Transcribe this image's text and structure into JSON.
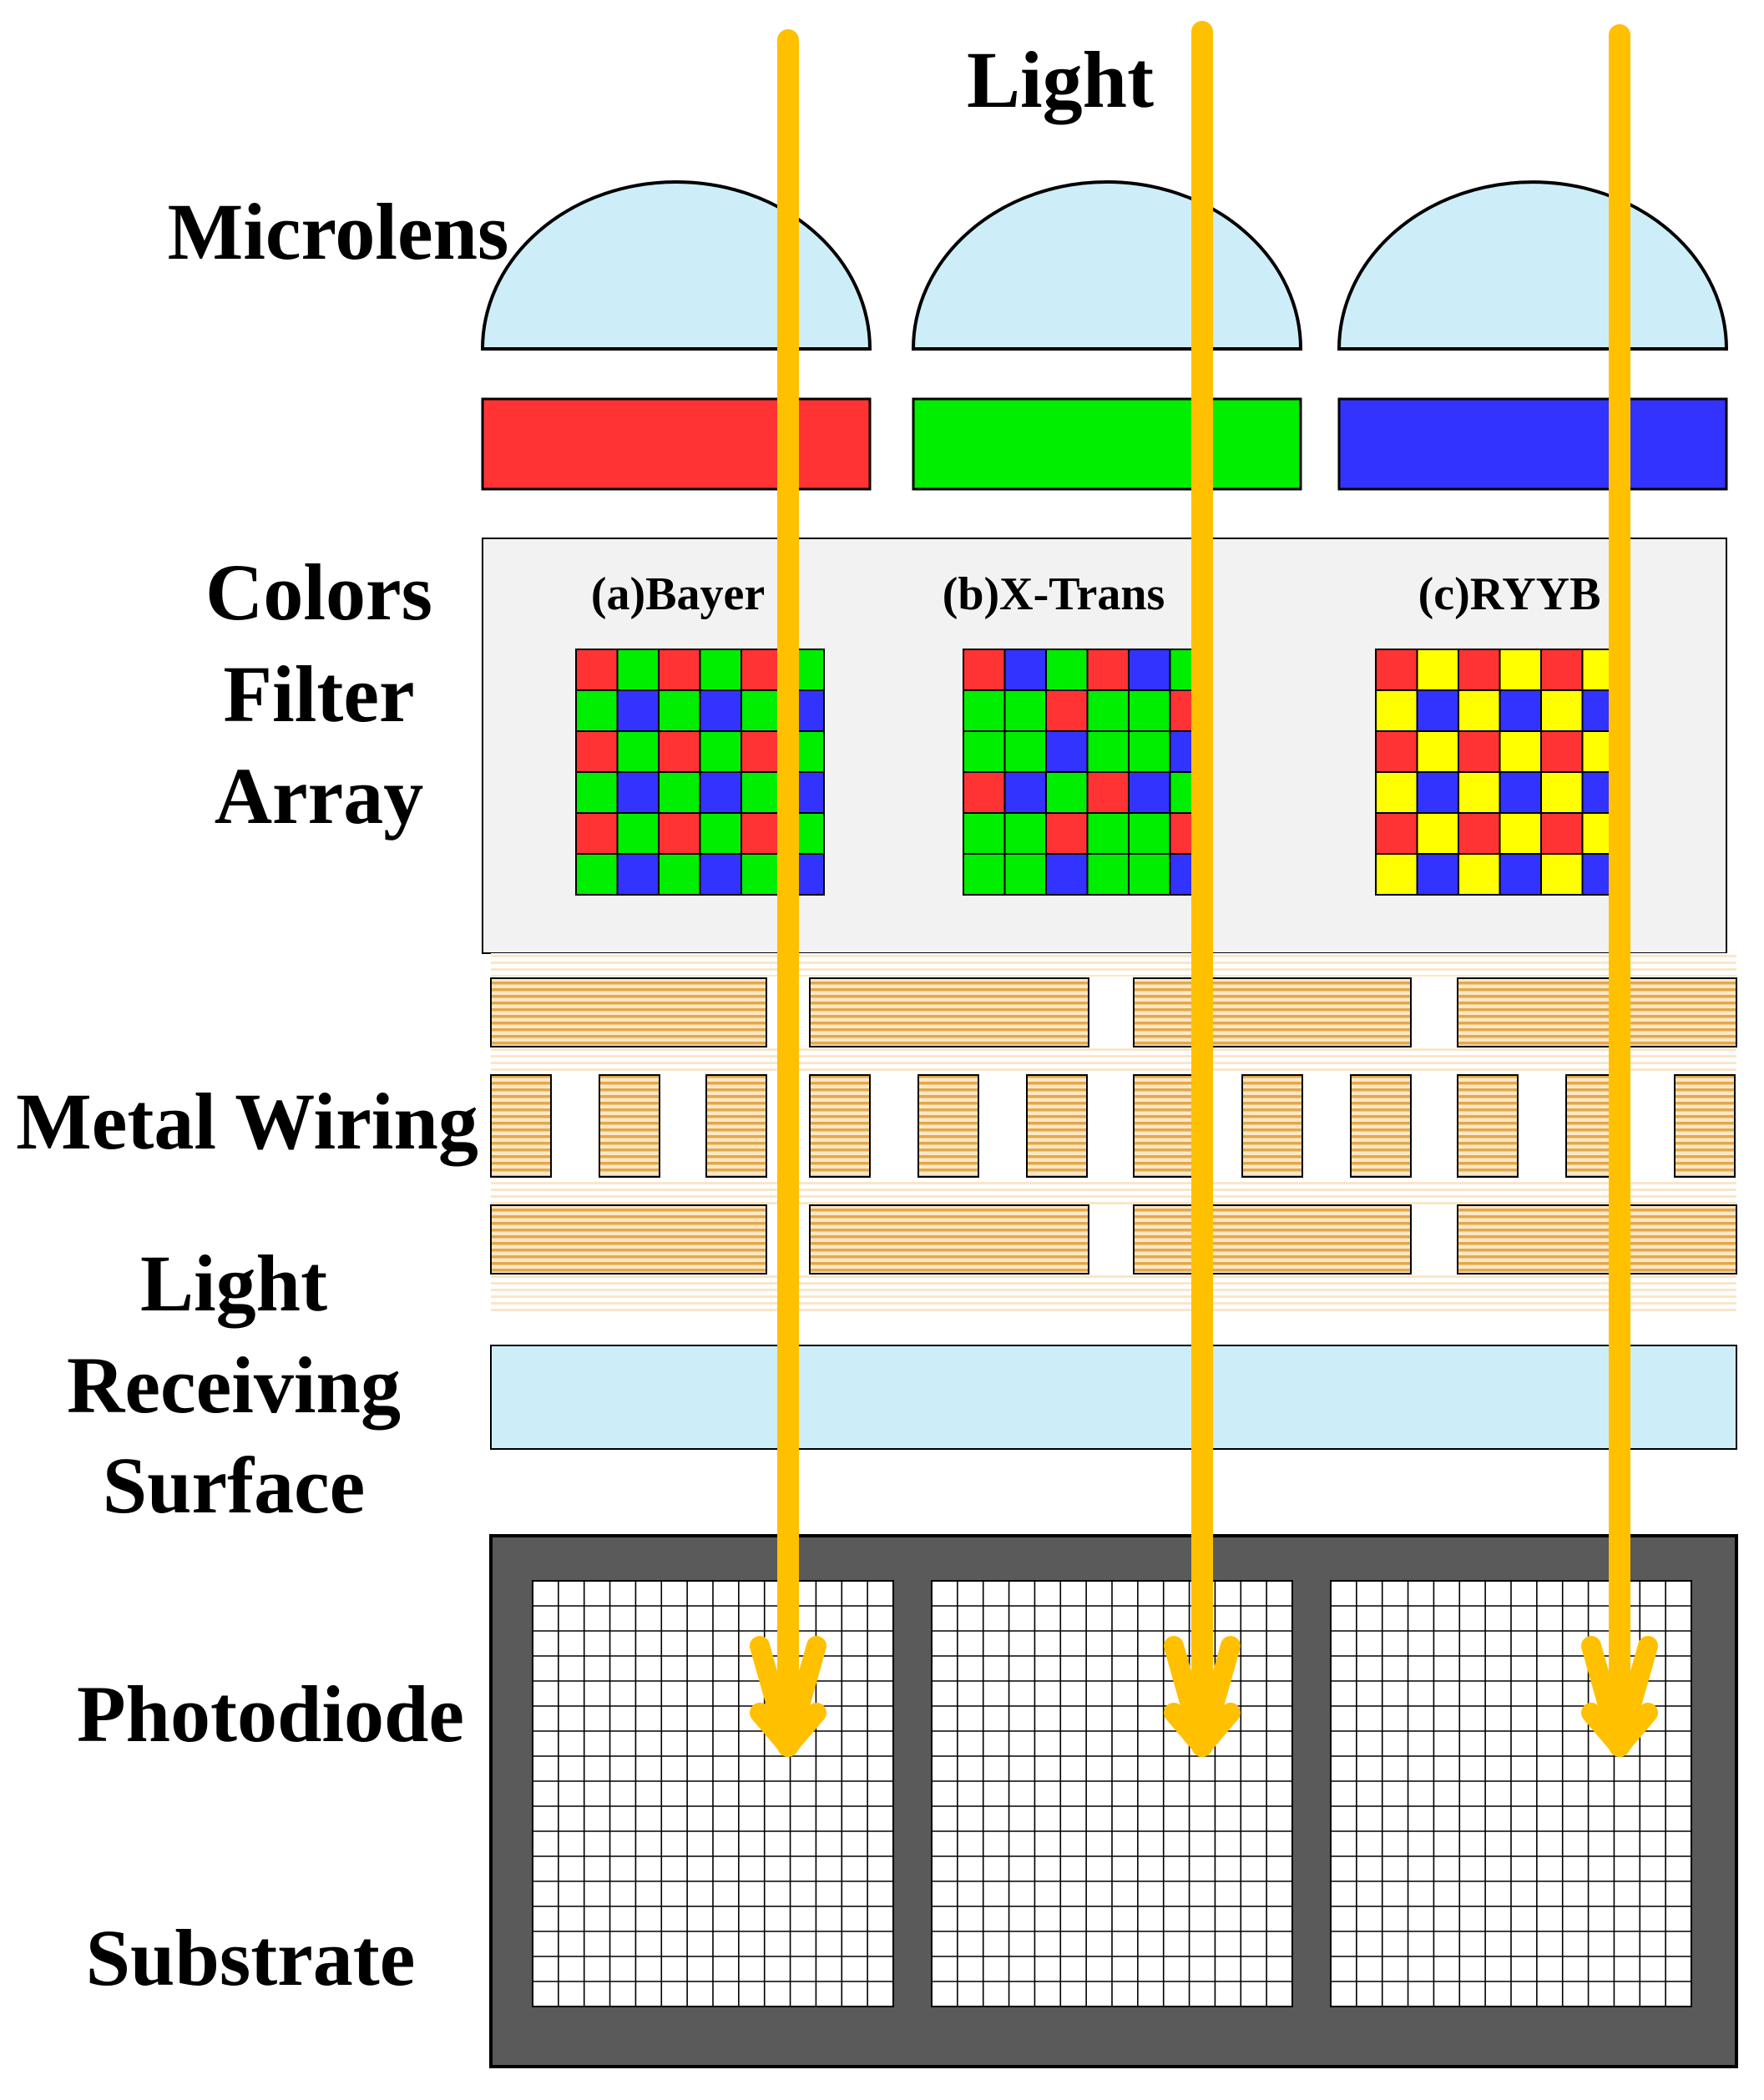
{
  "labels": {
    "light": "Light",
    "microlens": "Microlens",
    "cfa": [
      "Colors",
      "Filter",
      "Array"
    ],
    "metal_wiring": "Metal Wiring",
    "light_receiving": [
      "Light",
      "Receiving",
      "Surface"
    ],
    "photodiode": "Photodiode",
    "substrate": "Substrate"
  },
  "patterns": [
    {
      "title": "(a)Bayer",
      "grid": [
        "RGRGRG",
        "GBGBGB",
        "RGRGRG",
        "GBGBGB",
        "RGRGRG",
        "GBGBGB"
      ]
    },
    {
      "title": "(b)X-Trans",
      "grid": [
        "RBGRBG",
        "GGRGGR",
        "GGBGGB",
        "RBGRBG",
        "GGRGGR",
        "GGBGGB"
      ]
    },
    {
      "title": "(c)RYYB",
      "grid": [
        "RYRYRY",
        "YBYBYB",
        "RYRYRY",
        "YBYBYB",
        "RYRYRY",
        "YBYBYB"
      ]
    }
  ],
  "filter_strip_colors": [
    "#ff3333",
    "#00ee00",
    "#3333ff"
  ],
  "colors": {
    "R": "#ff3333",
    "G": "#00ee00",
    "B": "#3333ff",
    "Y": "#ffff00",
    "lens": "#cdeef8",
    "arrow": "#ffc000",
    "wire": "#e3a84b",
    "substrate": "#5a5a5a",
    "cfa_panel": "#f2f2f2"
  }
}
